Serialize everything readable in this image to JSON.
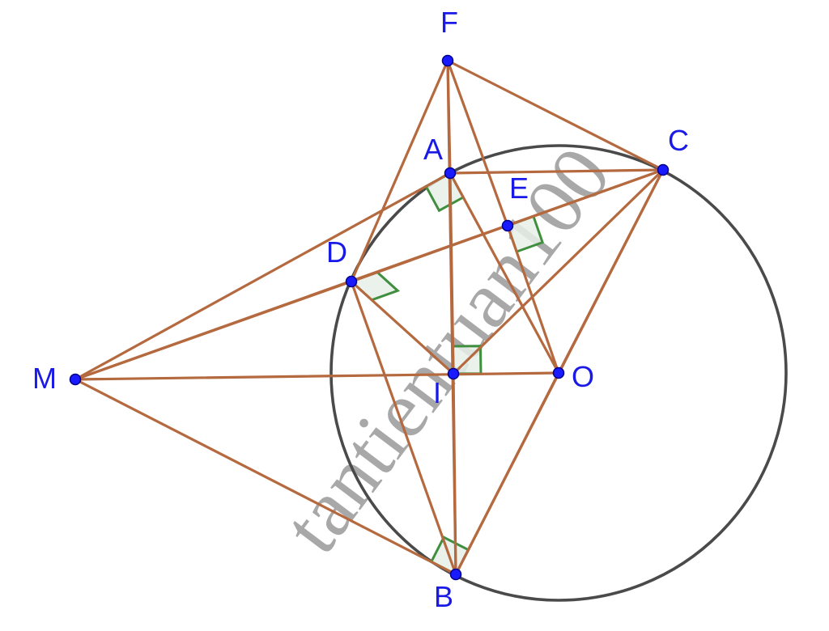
{
  "diagram": {
    "watermark": "tantientuan100",
    "points": [
      {
        "id": "F",
        "label": "F"
      },
      {
        "id": "A",
        "label": "A"
      },
      {
        "id": "C",
        "label": "C"
      },
      {
        "id": "E",
        "label": "E"
      },
      {
        "id": "D",
        "label": "D"
      },
      {
        "id": "M",
        "label": "M"
      },
      {
        "id": "I",
        "label": "I"
      },
      {
        "id": "O",
        "label": "O"
      },
      {
        "id": "B",
        "label": "B"
      }
    ],
    "segments": [
      [
        "F",
        "A"
      ],
      [
        "F",
        "C"
      ],
      [
        "F",
        "D"
      ],
      [
        "F",
        "E"
      ],
      [
        "F",
        "B"
      ],
      [
        "A",
        "C"
      ],
      [
        "A",
        "O"
      ],
      [
        "A",
        "I"
      ],
      [
        "D",
        "C"
      ],
      [
        "D",
        "I"
      ],
      [
        "D",
        "B"
      ],
      [
        "M",
        "A"
      ],
      [
        "M",
        "D"
      ],
      [
        "M",
        "C"
      ],
      [
        "M",
        "O"
      ],
      [
        "M",
        "B"
      ],
      [
        "I",
        "C"
      ],
      [
        "C",
        "B"
      ],
      [
        "C",
        "O"
      ],
      [
        "O",
        "B"
      ],
      [
        "E",
        "O"
      ],
      [
        "I",
        "B"
      ]
    ],
    "right_angles": [
      {
        "at": "A",
        "between": [
          "M",
          "O"
        ]
      },
      {
        "at": "E",
        "between": [
          "C",
          "O"
        ]
      },
      {
        "at": "D",
        "between": [
          "C",
          "I"
        ]
      },
      {
        "at": "I",
        "between": [
          "A",
          "O"
        ]
      },
      {
        "at": "B",
        "between": [
          "M",
          "O"
        ]
      }
    ],
    "circle": {
      "center": "O",
      "through": "A"
    },
    "colors": {
      "segment": "#b5693f",
      "circle": "#4a4a4a",
      "point": "#1a1aff",
      "label": "#1a1ae6",
      "right_angle": "#3f8f3f"
    }
  }
}
